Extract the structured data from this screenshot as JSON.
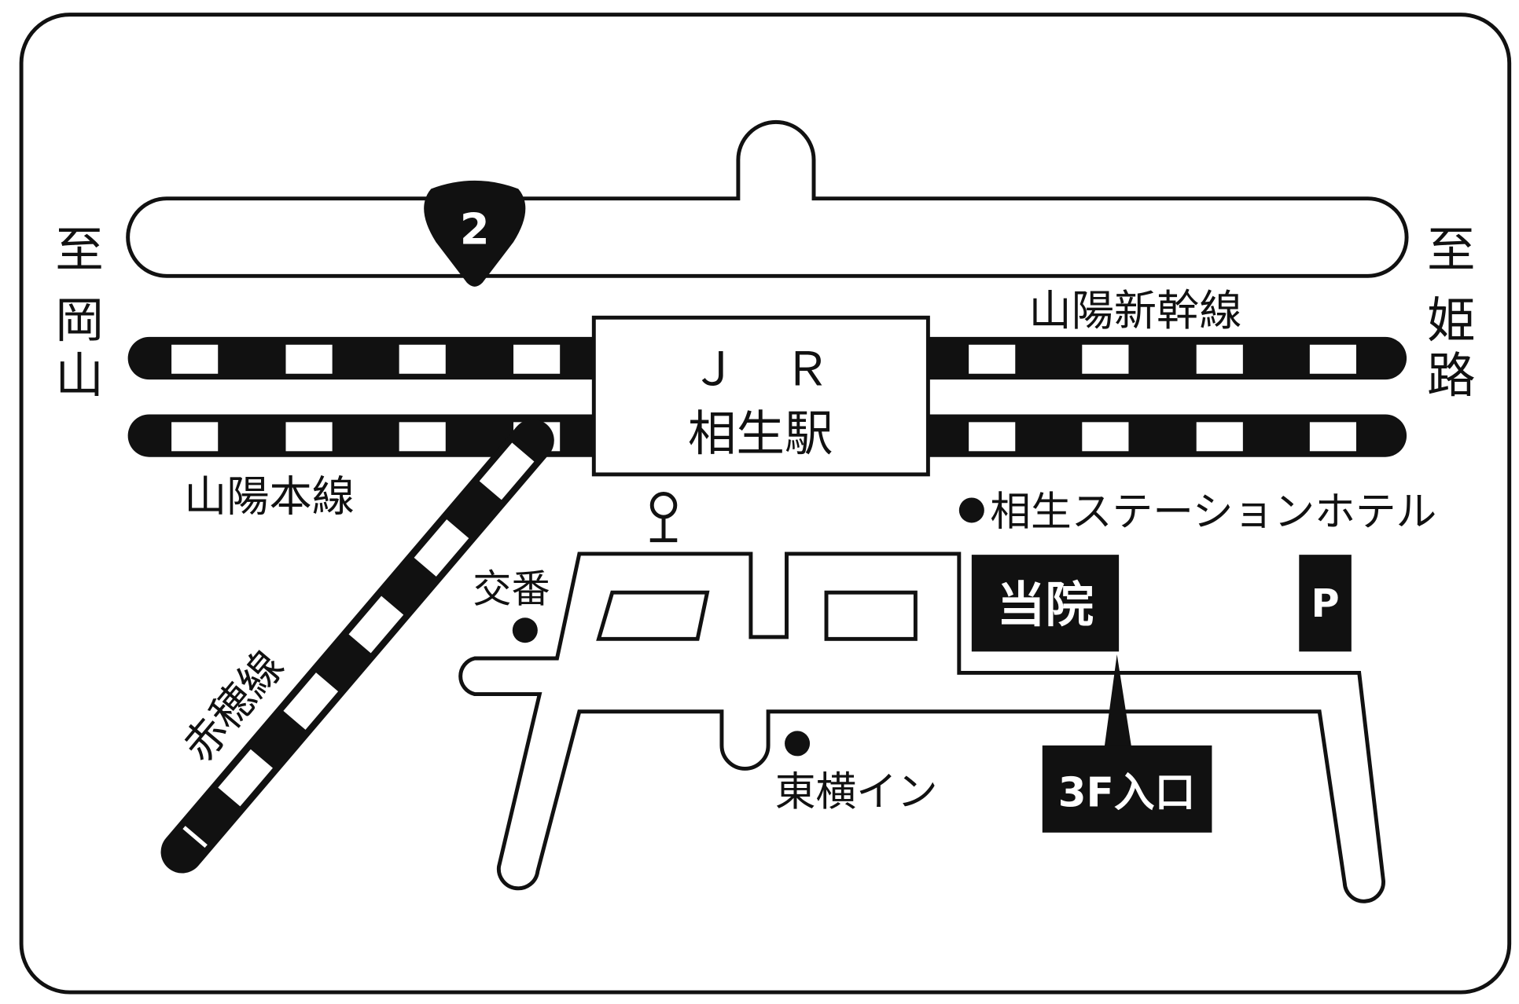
{
  "colors": {
    "ink": "#111111",
    "paper": "#ffffff"
  },
  "route_shield": {
    "number": "2",
    "icon": "national-route-shield"
  },
  "directions": {
    "west": [
      "至",
      "岡",
      "山"
    ],
    "east": [
      "至",
      "姫",
      "路"
    ]
  },
  "railways": {
    "shinkansen": "山陽新幹線",
    "main_line": "山陽本線",
    "ako_line": "赤穂線"
  },
  "station": {
    "line1": "Ｊ　Ｒ",
    "line2": "相生駅"
  },
  "landmarks": {
    "police_box": "交番",
    "toyoko_inn": "東横イン",
    "station_hotel": "相生ステーションホテル",
    "post_office_icon": "post-office-icon"
  },
  "clinic": {
    "label": "当院",
    "entrance": "3F入口"
  },
  "parking": {
    "label": "P"
  }
}
